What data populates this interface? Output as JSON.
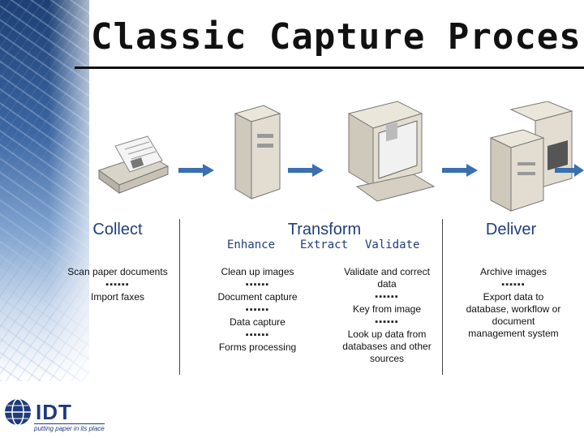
{
  "title": "Classic Capture Process",
  "columns": {
    "collect": {
      "heading": "Collect",
      "items": [
        "Scan paper documents",
        "Import faxes"
      ]
    },
    "transform": {
      "heading": "Transform",
      "subheadings": [
        "Enhance",
        "Extract",
        "Validate"
      ],
      "extract_items": [
        "Clean up images",
        "Document capture",
        "Data capture",
        "Forms processing"
      ],
      "validate_items": [
        "Validate and correct data",
        "Key from image",
        "Look up data from databases and other sources"
      ]
    },
    "deliver": {
      "heading": "Deliver",
      "items": [
        "Archive images",
        "Export data to database, workflow or document management system"
      ]
    }
  },
  "separator": "▪▪▪▪▪▪",
  "logo": {
    "text": "IDT",
    "tagline": "putting paper in its place"
  },
  "colors": {
    "heading": "#1f3f7a",
    "arrow": "#3a6fb0",
    "logo": "#1f3a7a"
  }
}
